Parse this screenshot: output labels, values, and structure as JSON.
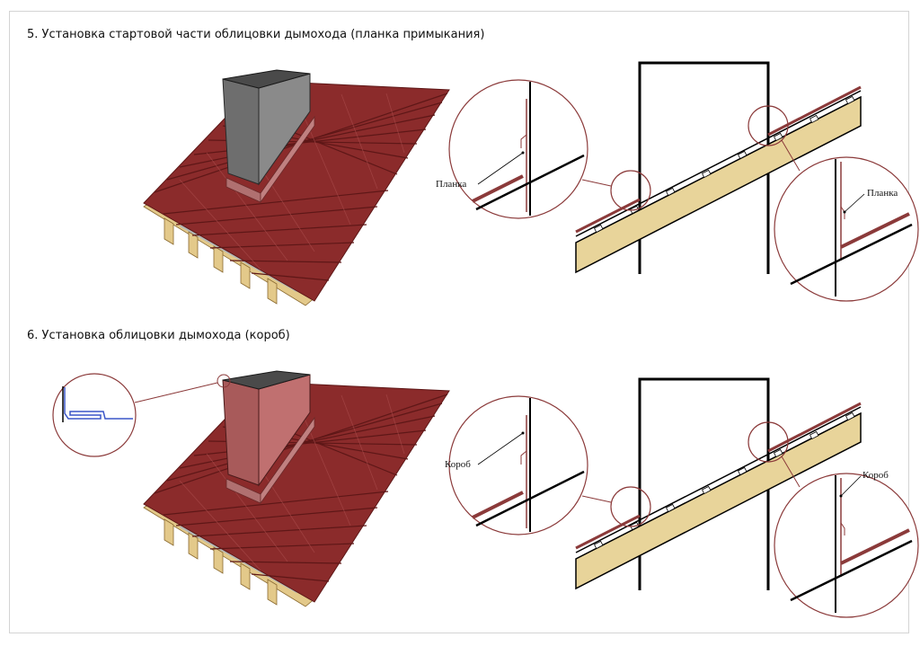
{
  "steps": [
    {
      "title": "5. Установка стартовой части облицовки дымохода (планка примыкания)",
      "label_left": "Планка",
      "label_right": "Планка",
      "chimney_color": "#6e6e6e"
    },
    {
      "title": "6. Установка облицовки дымохода (короб)",
      "label_left": "Короб",
      "label_right": "Короб",
      "chimney_color": "#a85a5a"
    }
  ],
  "colors": {
    "tile": "#8b2b2b",
    "tile_dark": "#5e1717",
    "tile_light": "#a84a4a",
    "wood": "#e3c98a",
    "wood_dark": "#b89650",
    "metal_strip": "#8b3a3a",
    "callout_ring": "#8b3a3a",
    "line": "#000000",
    "detail_blue": "#3a56c8"
  }
}
